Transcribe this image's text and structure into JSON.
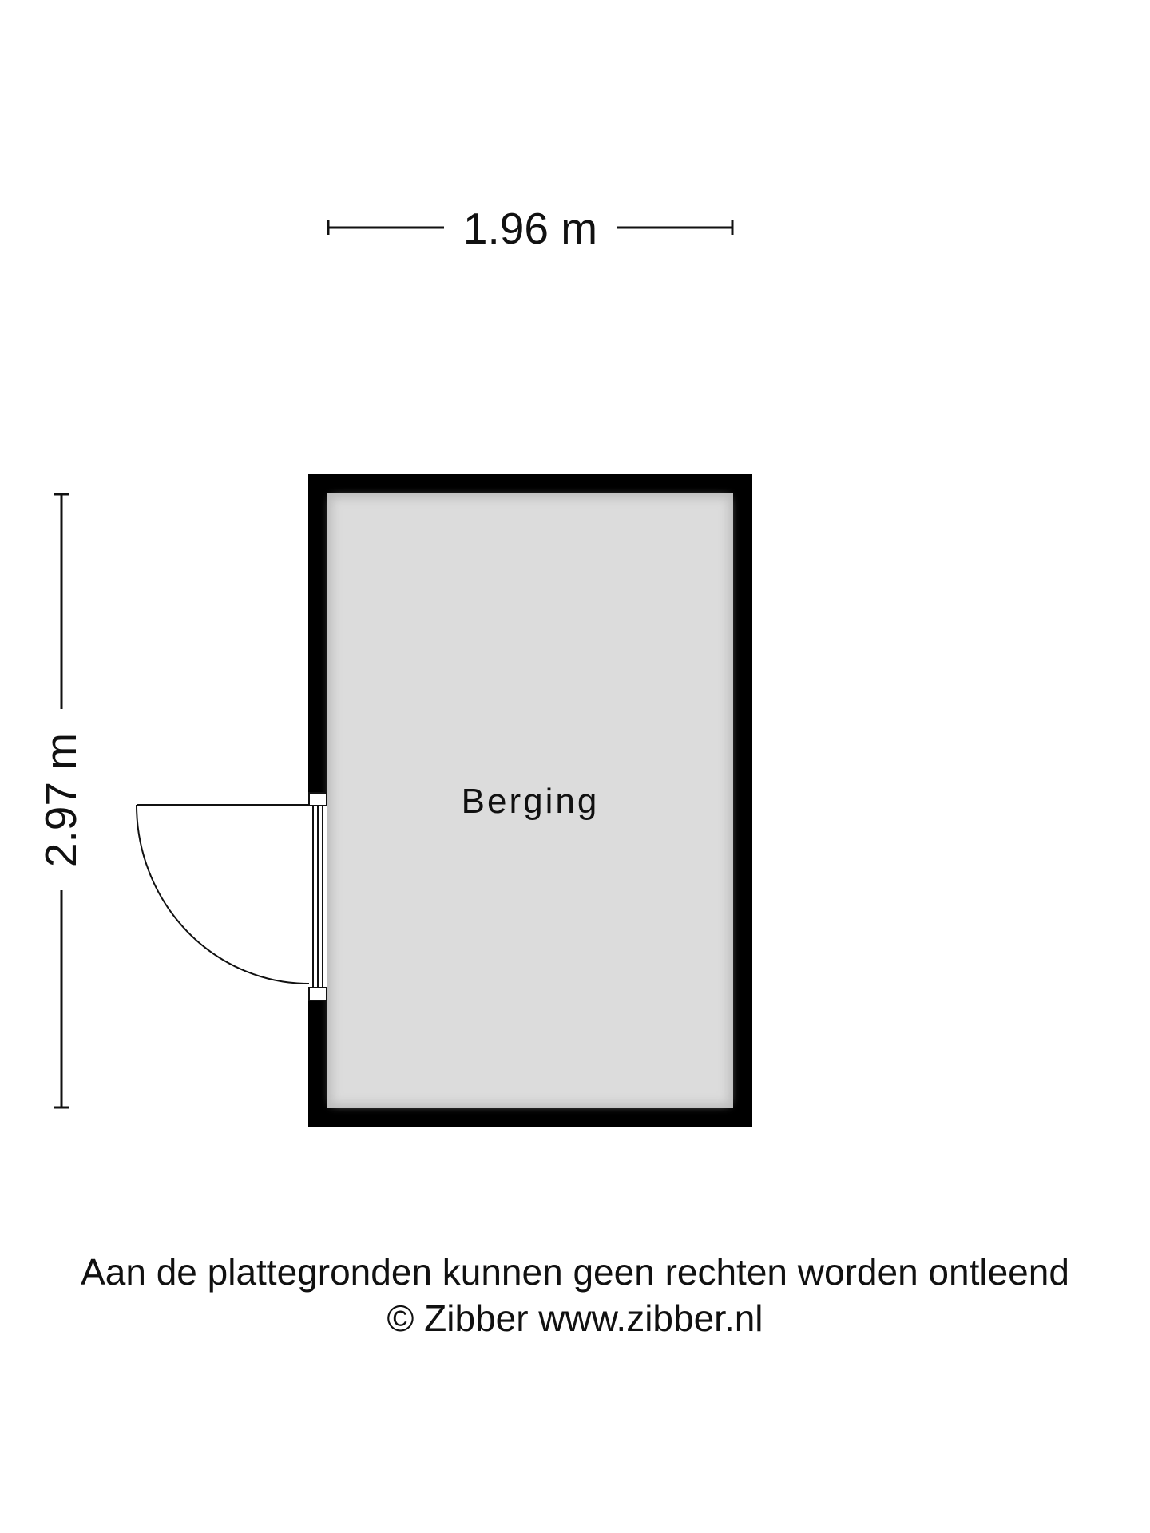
{
  "floorplan": {
    "width_dimension": "1.96 m",
    "height_dimension": "2.97 m",
    "room_label": "Berging",
    "colors": {
      "wall": "#000000",
      "floor": "#dcdcdc",
      "line": "#111111"
    }
  },
  "footer": {
    "disclaimer": "Aan de plattegronden kunnen geen rechten worden ontleend",
    "copyright": "© Zibber www.zibber.nl"
  }
}
